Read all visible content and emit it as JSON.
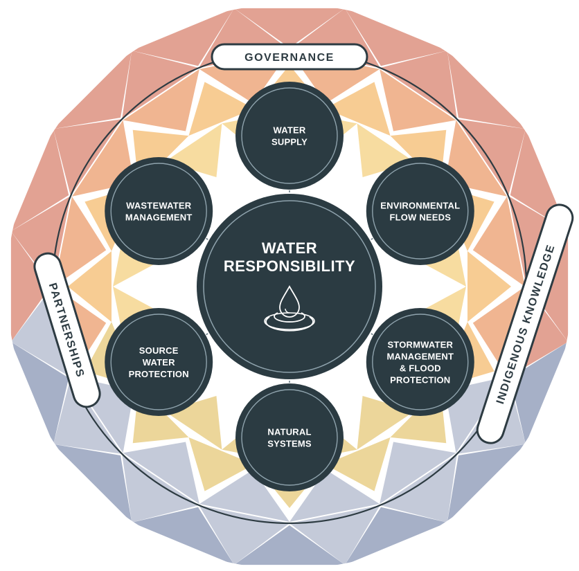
{
  "colors": {
    "node_fill": "#2b3b42",
    "node_ring": "#8fa3ad",
    "outer_ring_line": "#2d3b42",
    "pill_fill": "#ffffff",
    "pill_stroke": "#2d3b42",
    "connector": "#6d7f88",
    "palette_top": [
      "#e2a293",
      "#f0b591",
      "#f7cc93",
      "#f7dca0"
    ],
    "palette_bottom": [
      "#a6b0c7",
      "#c4cad9",
      "#ecd69a"
    ]
  },
  "center": {
    "title_line1": "WATER",
    "title_line2": "RESPONSIBILITY",
    "icon": "water-drop-ripple-icon"
  },
  "nodes": [
    {
      "id": "water-supply",
      "lines": [
        "WATER",
        "SUPPLY"
      ]
    },
    {
      "id": "environmental-flow-needs",
      "lines": [
        "ENVIRONMENTAL",
        "FLOW NEEDS"
      ]
    },
    {
      "id": "stormwater-management",
      "lines": [
        "STORMWATER",
        "MANAGEMENT",
        "& FLOOD",
        "PROTECTION"
      ]
    },
    {
      "id": "natural-systems",
      "lines": [
        "NATURAL",
        "SYSTEMS"
      ]
    },
    {
      "id": "source-water-protection",
      "lines": [
        "SOURCE",
        "WATER",
        "PROTECTION"
      ]
    },
    {
      "id": "wastewater-management",
      "lines": [
        "WASTEWATER",
        "MANAGEMENT"
      ]
    }
  ],
  "pills": {
    "governance": "GOVERNANCE",
    "indigenous_knowledge": "INDIGENOUS KNOWLEDGE",
    "partnerships": "PARTNERSHIPS"
  }
}
